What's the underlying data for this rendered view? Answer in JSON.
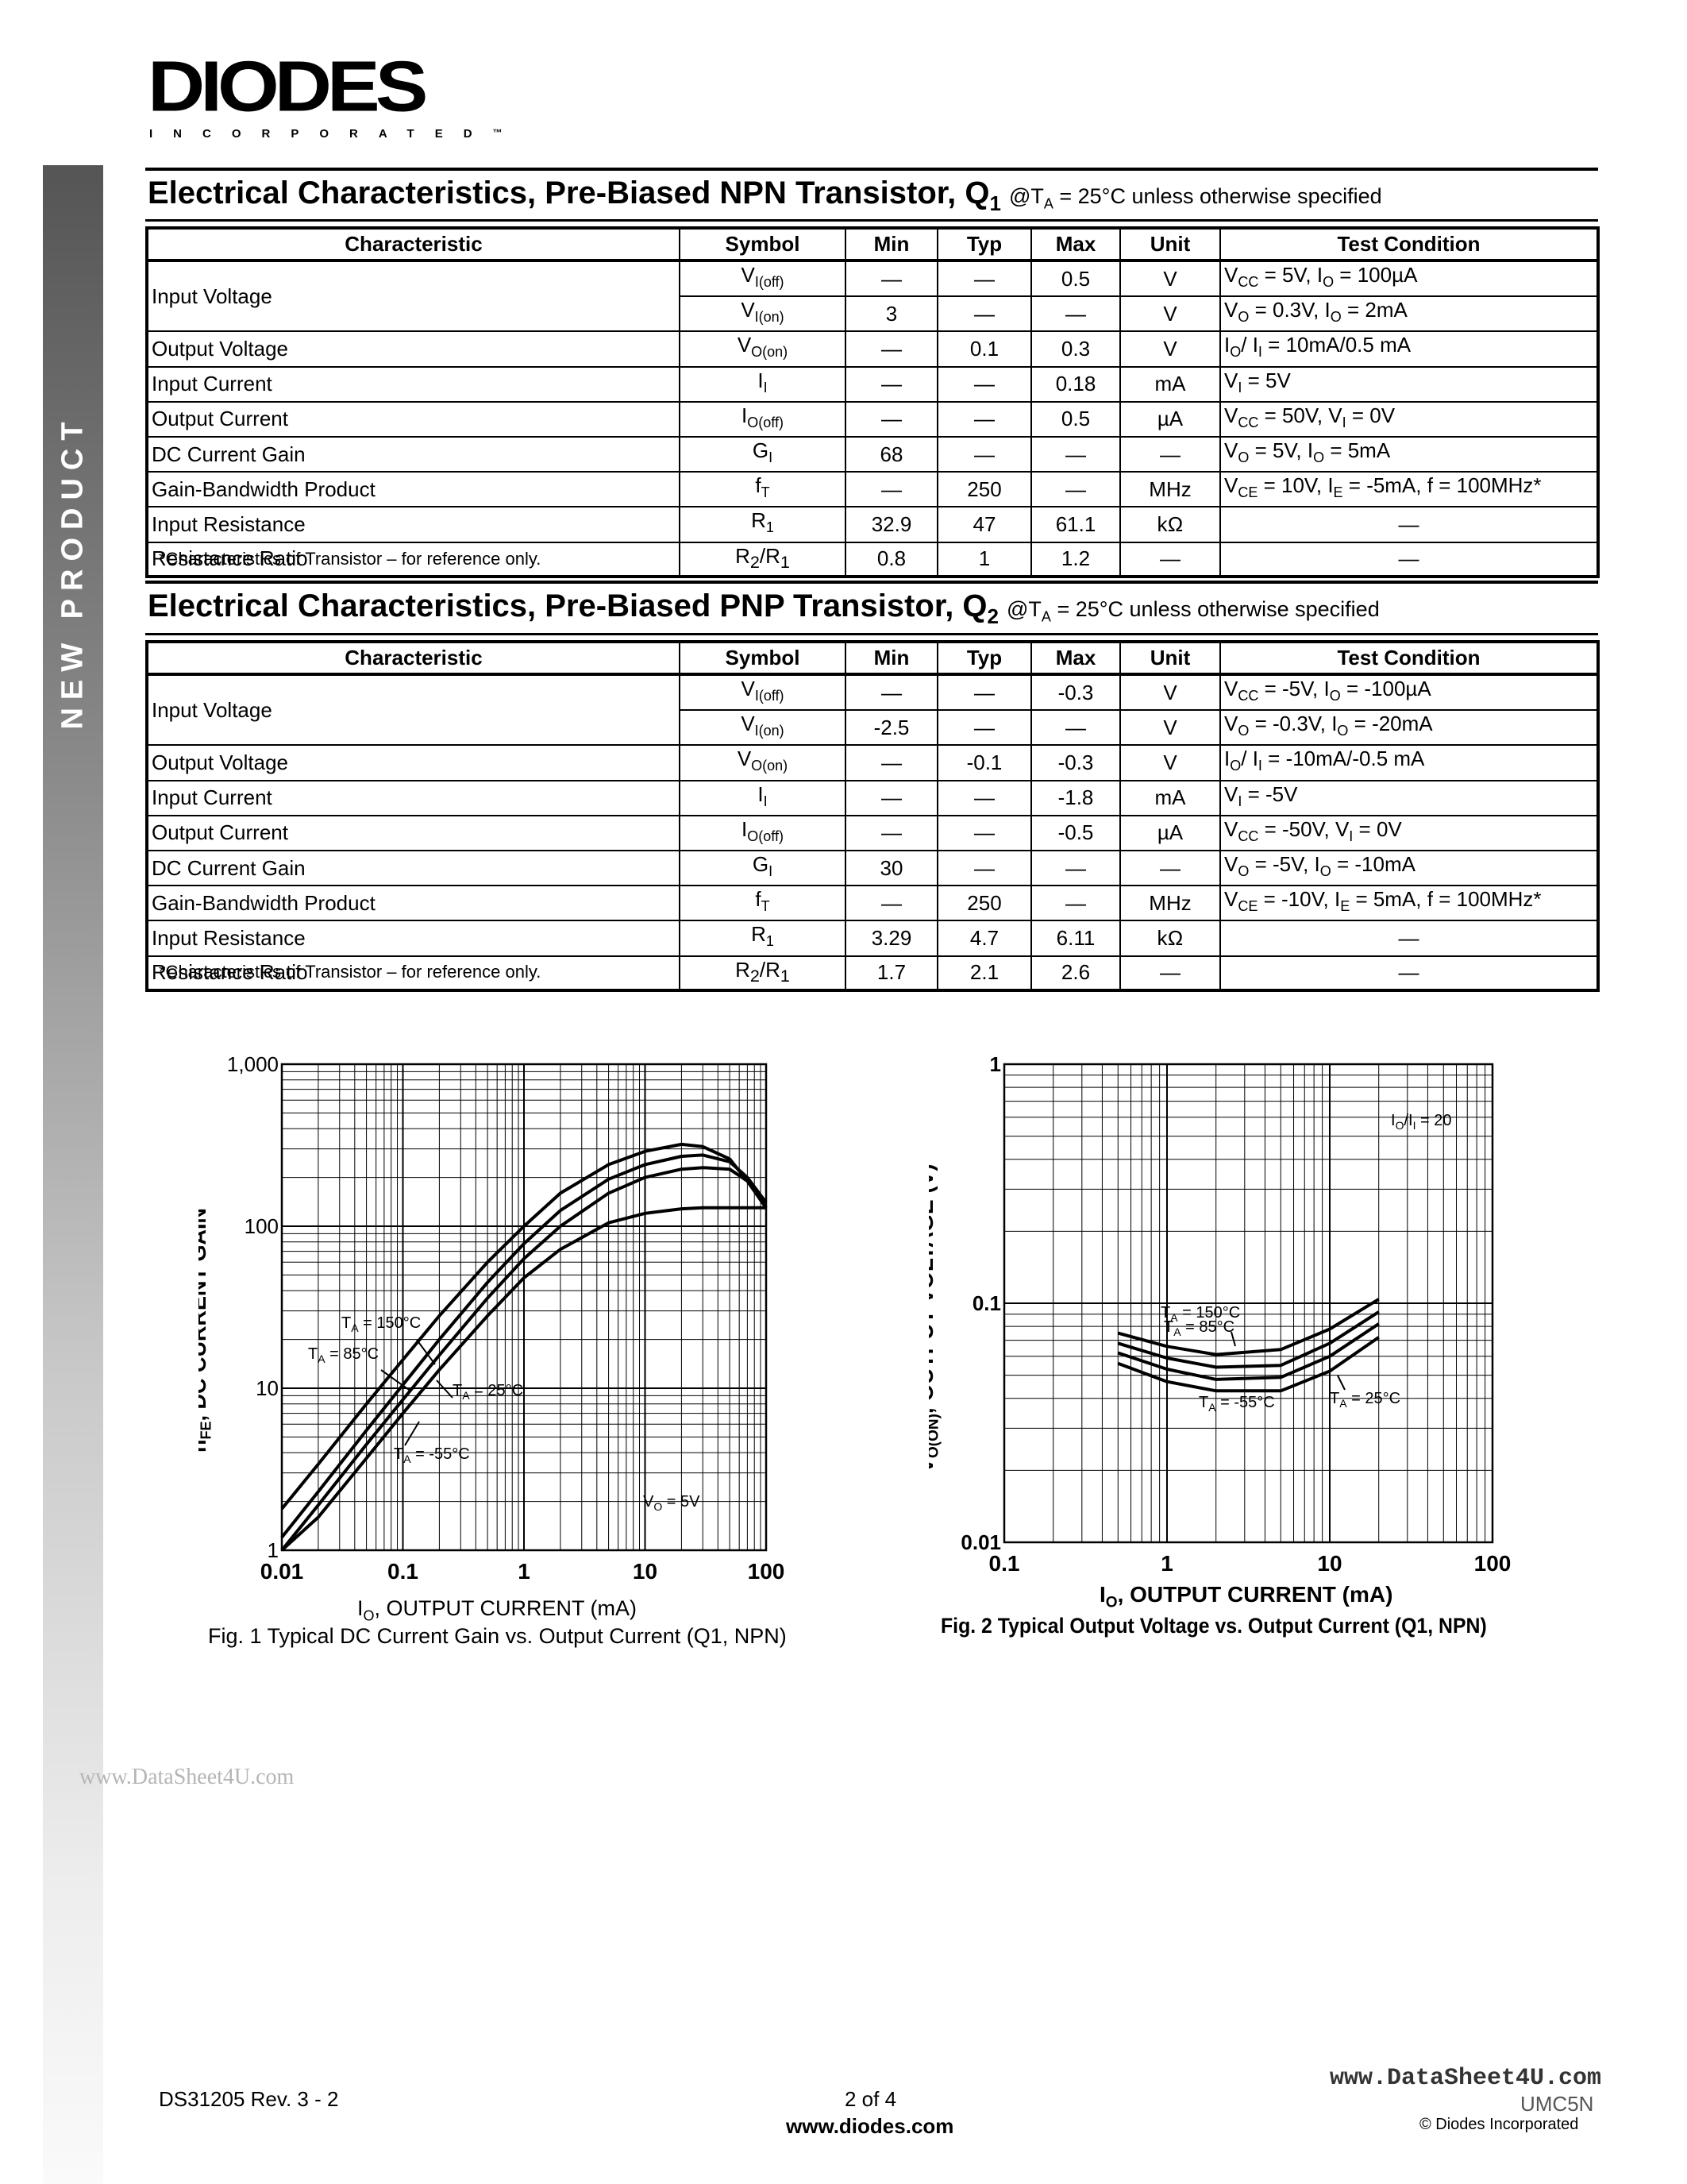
{
  "logo": {
    "name": "DIODES",
    "sub": "INCORPORATED",
    "tm": "™"
  },
  "sidebar_label": "NEW PRODUCT",
  "npn": {
    "title": "Electrical Characteristics, Pre-Biased NPN Transistor, Q",
    "title_sub": "1",
    "cond": "@T",
    "cond_sub": "A",
    "cond_rest": " = 25°C unless otherwise specified",
    "headers": [
      "Characteristic",
      "Symbol",
      "Min",
      "Typ",
      "Max",
      "Unit",
      "Test Condition"
    ],
    "rows": [
      {
        "char": "Input Voltage",
        "sym": "V",
        "sym_sub": "I(off)",
        "min": "—",
        "typ": "—",
        "max": "0.5",
        "unit": "V",
        "cond": "V<sub>CC</sub> = 5V, I<sub>O</sub> = 100µA",
        "rowspan": 2
      },
      {
        "char": "",
        "sym": "V",
        "sym_sub": "I(on)",
        "min": "3",
        "typ": "—",
        "max": "—",
        "unit": "V",
        "cond": "V<sub>O</sub> = 0.3V, I<sub>O</sub> = 2mA",
        "skip_char": true
      },
      {
        "char": "Output Voltage",
        "sym": "V",
        "sym_sub": "O(on)",
        "min": "—",
        "typ": "0.1",
        "max": "0.3",
        "unit": "V",
        "cond": "I<sub>O</sub>/ I<sub>I</sub> = 10mA/0.5 mA"
      },
      {
        "char": "Input Current",
        "sym": "I",
        "sym_sub": "I",
        "min": "—",
        "typ": "—",
        "max": "0.18",
        "unit": "mA",
        "cond": "V<sub>I</sub> = 5V"
      },
      {
        "char": "Output Current",
        "sym": "I",
        "sym_sub": "O(off)",
        "min": "—",
        "typ": "—",
        "max": "0.5",
        "unit": "µA",
        "cond": "V<sub>CC</sub> = 50V, V<sub>I</sub> = 0V"
      },
      {
        "char": "DC Current Gain",
        "sym": "G",
        "sym_sub": "I",
        "min": "68",
        "typ": "—",
        "max": "—",
        "unit": "—",
        "cond": "V<sub>O</sub> = 5V, I<sub>O</sub> = 5mA"
      },
      {
        "char": "Gain-Bandwidth Product",
        "sym": "f",
        "sym_sub": "T",
        "min": "—",
        "typ": "250",
        "max": "—",
        "unit": "MHz",
        "cond": "V<sub>CE</sub> = 10V, I<sub>E</sub> = -5mA, f = 100MHz*"
      },
      {
        "char": "Input Resistance",
        "sym": "R",
        "sym_sub": "1",
        "min": "32.9",
        "typ": "47",
        "max": "61.1",
        "unit": "kΩ",
        "cond": "—",
        "center_cond": true
      },
      {
        "char": "Resistance Ratio",
        "sym": "R<sub>2</sub>/R<sub>1</sub>",
        "sym_sub": "",
        "min": "0.8",
        "typ": "1",
        "max": "1.2",
        "unit": "—",
        "cond": "—",
        "center_cond": true,
        "sym_html": true
      }
    ],
    "footnote": "*Characteristics of Transistor – for reference only."
  },
  "pnp": {
    "title": "Electrical Characteristics, Pre-Biased PNP Transistor, Q",
    "title_sub": "2",
    "cond": "@T",
    "cond_sub": "A",
    "cond_rest": " = 25°C unless otherwise specified",
    "headers": [
      "Characteristic",
      "Symbol",
      "Min",
      "Typ",
      "Max",
      "Unit",
      "Test Condition"
    ],
    "rows": [
      {
        "char": "Input Voltage",
        "sym": "V",
        "sym_sub": "I(off)",
        "min": "—",
        "typ": "—",
        "max": "-0.3",
        "unit": "V",
        "cond": "V<sub>CC</sub> = -5V, I<sub>O</sub> = -100µA",
        "rowspan": 2
      },
      {
        "char": "",
        "sym": "V",
        "sym_sub": "I(on)",
        "min": "-2.5",
        "typ": "—",
        "max": "—",
        "unit": "V",
        "cond": "V<sub>O</sub> = -0.3V, I<sub>O</sub> = -20mA",
        "skip_char": true
      },
      {
        "char": "Output Voltage",
        "sym": "V",
        "sym_sub": "O(on)",
        "min": "—",
        "typ": "-0.1",
        "max": "-0.3",
        "unit": "V",
        "cond": "I<sub>O</sub>/ I<sub>I</sub> = -10mA/-0.5 mA"
      },
      {
        "char": "Input Current",
        "sym": "I",
        "sym_sub": "I",
        "min": "—",
        "typ": "—",
        "max": "-1.8",
        "unit": "mA",
        "cond": "V<sub>I</sub> = -5V"
      },
      {
        "char": "Output Current",
        "sym": "I",
        "sym_sub": "O(off)",
        "min": "—",
        "typ": "—",
        "max": "-0.5",
        "unit": "µA",
        "cond": "V<sub>CC</sub> = -50V, V<sub>I</sub> = 0V"
      },
      {
        "char": "DC Current Gain",
        "sym": "G",
        "sym_sub": "I",
        "min": "30",
        "typ": "—",
        "max": "—",
        "unit": "—",
        "cond": "V<sub>O</sub> = -5V, I<sub>O</sub> = -10mA"
      },
      {
        "char": "Gain-Bandwidth Product",
        "sym": "f",
        "sym_sub": "T",
        "min": "—",
        "typ": "250",
        "max": "—",
        "unit": "MHz",
        "cond": "V<sub>CE</sub> = -10V, I<sub>E</sub> = 5mA, f = 100MHz*"
      },
      {
        "char": "Input Resistance",
        "sym": "R",
        "sym_sub": "1",
        "min": "3.29",
        "typ": "4.7",
        "max": "6.11",
        "unit": "kΩ",
        "cond": "—",
        "center_cond": true
      },
      {
        "char": "Resistance Ratio",
        "sym": "R<sub>2</sub>/R<sub>1</sub>",
        "sym_sub": "",
        "min": "1.7",
        "typ": "2.1",
        "max": "2.6",
        "unit": "—",
        "cond": "—",
        "center_cond": true,
        "sym_html": true
      }
    ],
    "footnote": "*Characteristics of Transistor – for reference only."
  },
  "chart_data": [
    {
      "type": "line",
      "xscale": "log",
      "yscale": "log",
      "xlim": [
        0.01,
        100
      ],
      "ylim": [
        1,
        1000
      ],
      "xticks": [
        "0.01",
        "0.1",
        "1",
        "10",
        "100"
      ],
      "yticks": [
        "1",
        "10",
        "100",
        "1,000"
      ],
      "xlabel": "I<sub>O</sub>, OUTPUT CURRENT (mA)",
      "ylabel": "h<sub>FE</sub>, DC CURRENT GAIN",
      "annotation": "V<sub>O</sub> = 5V",
      "caption": "Fig. 1 Typical DC Current Gain vs. Output Current (Q1, NPN)",
      "series": [
        {
          "name": "T<sub>A</sub> = 150°C",
          "x": [
            0.01,
            0.02,
            0.05,
            0.1,
            0.2,
            0.5,
            1,
            2,
            5,
            10,
            20,
            30,
            50,
            70,
            100
          ],
          "y": [
            1.8,
            3.4,
            8,
            15,
            28,
            60,
            100,
            160,
            240,
            290,
            320,
            310,
            260,
            190,
            130
          ]
        },
        {
          "name": "T<sub>A</sub> = 85°C",
          "x": [
            0.01,
            0.02,
            0.05,
            0.1,
            0.2,
            0.5,
            1,
            2,
            5,
            10,
            20,
            30,
            50,
            70,
            100
          ],
          "y": [
            1.2,
            2.3,
            5.5,
            10.5,
            20,
            45,
            78,
            125,
            195,
            240,
            270,
            275,
            250,
            200,
            140
          ]
        },
        {
          "name": "T<sub>A</sub> = 25°C",
          "x": [
            0.01,
            0.02,
            0.05,
            0.1,
            0.2,
            0.5,
            1,
            2,
            5,
            10,
            20,
            30,
            50,
            70,
            100
          ],
          "y": [
            1,
            1.9,
            4.5,
            8.5,
            16,
            36,
            63,
            100,
            160,
            200,
            225,
            230,
            225,
            190,
            130
          ]
        },
        {
          "name": "T<sub>A</sub> = -55°C",
          "x": [
            0.01,
            0.02,
            0.05,
            0.1,
            0.2,
            0.5,
            1,
            2,
            5,
            10,
            20,
            30,
            50,
            70,
            100
          ],
          "y": [
            0.9,
            1.6,
            3.7,
            7,
            13,
            28,
            48,
            72,
            105,
            120,
            128,
            130,
            130,
            130,
            130
          ]
        }
      ]
    },
    {
      "type": "line",
      "xscale": "log",
      "yscale": "log",
      "xlim": [
        0.1,
        100
      ],
      "ylim": [
        0.01,
        1
      ],
      "xticks": [
        "0.1",
        "1",
        "10",
        "100"
      ],
      "yticks": [
        "0.01",
        "0.1",
        "1"
      ],
      "xlabel": "I<sub>O</sub>, OUTPUT CURRENT (mA)",
      "ylabel": "V<sub>O(ON)</sub>, OUTPUT VOLTAGE (V)",
      "annotation": "I<sub>O</sub>/I<sub>I</sub> = 20",
      "caption": "Fig. 2 Typical Output Voltage vs. Output Current (Q1, NPN)",
      "series": [
        {
          "name": "T<sub>A</sub> = 150°C",
          "x": [
            0.5,
            1,
            2,
            5,
            10,
            20
          ],
          "y": [
            0.075,
            0.066,
            0.061,
            0.064,
            0.078,
            0.104
          ]
        },
        {
          "name": "T<sub>A</sub> = 85°C",
          "x": [
            0.5,
            1,
            2,
            5,
            10,
            20
          ],
          "y": [
            0.068,
            0.059,
            0.054,
            0.055,
            0.068,
            0.092
          ]
        },
        {
          "name": "T<sub>A</sub> = 25°C",
          "x": [
            0.5,
            1,
            2,
            5,
            10,
            20
          ],
          "y": [
            0.062,
            0.053,
            0.048,
            0.049,
            0.06,
            0.082
          ]
        },
        {
          "name": "T<sub>A</sub> = -55°C",
          "x": [
            0.5,
            1,
            2,
            5,
            10,
            20
          ],
          "y": [
            0.056,
            0.047,
            0.043,
            0.043,
            0.052,
            0.072
          ]
        }
      ]
    }
  ],
  "watermark": "www.DataSheet4U.com",
  "footer": {
    "doc": "DS31205 Rev. 3 - 2",
    "page": "2 of 4",
    "site": "www.diodes.com",
    "part": "UMC5N",
    "copyright": "© Diodes Incorporated",
    "watermark_site": "www.DataSheet4U.com"
  }
}
